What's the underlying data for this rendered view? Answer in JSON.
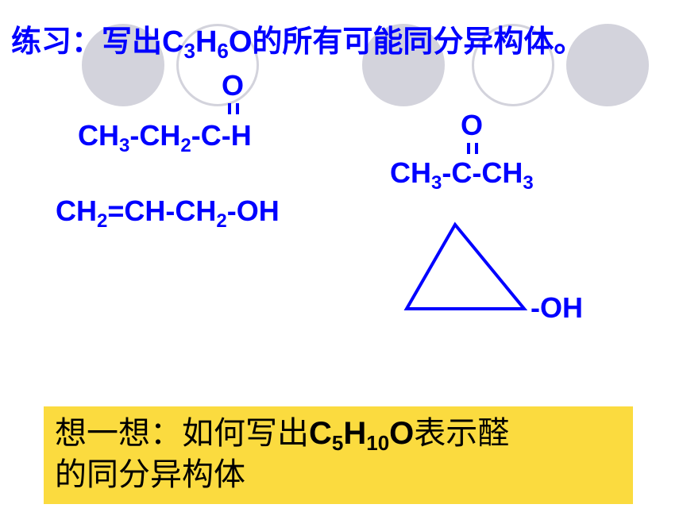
{
  "title": {
    "prefix": "练习：写出",
    "formula_c": "C",
    "formula_c_sub": "3",
    "formula_h": "H",
    "formula_h_sub": "6",
    "formula_o": "O",
    "suffix": "的所有可能同分异构体。"
  },
  "structures": {
    "propanal": {
      "carbonyl_o": "O",
      "ch3": "CH",
      "ch3_sub": "3",
      "dash1": "-",
      "ch2": "CH",
      "ch2_sub": "2",
      "tail": "-C-H"
    },
    "acetone": {
      "carbonyl_o": "O",
      "left": "CH",
      "left_sub": "3",
      "middle": "-C-CH",
      "right_sub": "3"
    },
    "allyl_alcohol": {
      "a": "CH",
      "a_sub": "2",
      "b": "=CH-CH",
      "b_sub": "2",
      "c": "-OH"
    },
    "cyclopropanol": {
      "substituent": "-OH"
    }
  },
  "think_box": {
    "prefix": "想一想：如何写出",
    "c": "C",
    "c_sub": "5",
    "h": "H",
    "h_sub": "10",
    "o": "O",
    "suffix": "表示醛",
    "line2": "的同分异构体"
  },
  "colors": {
    "formula_blue": "#0000ff",
    "box_yellow": "#fbdb3f",
    "decor_grey": "#d3d3dc"
  }
}
